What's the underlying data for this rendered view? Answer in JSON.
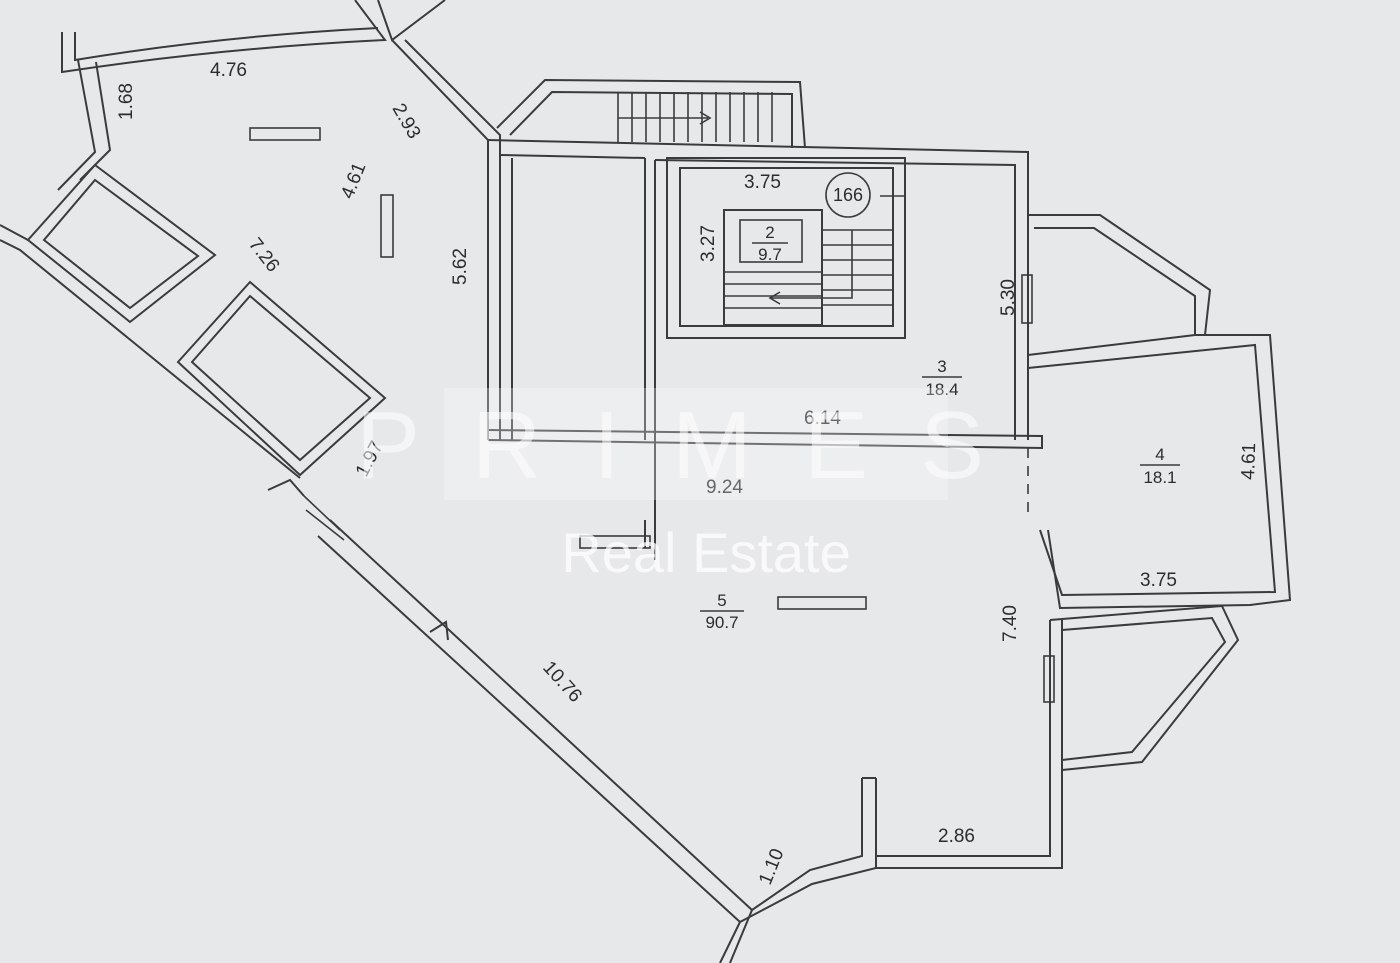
{
  "plan": {
    "stamp_number": "166",
    "dimensions": {
      "d_476": "4.76",
      "d_168": "1.68",
      "d_293": "2.93",
      "d_461": "4.61",
      "d_726": "7.26",
      "d_562": "5.62",
      "d_197": "1.97",
      "d_1076": "10.76",
      "d_110": "1.10",
      "d_286": "2.86",
      "d_740": "7.40",
      "d_375_top": "3.75",
      "d_327": "3.27",
      "d_530": "5.30",
      "d_614": "6.14",
      "d_924": "9.24",
      "d_461_balcony": "4.61",
      "d_375_balcony": "3.75"
    },
    "rooms": [
      {
        "number": "2",
        "area": "9.7"
      },
      {
        "number": "3",
        "area": "18.4"
      },
      {
        "number": "4",
        "area": "18.1"
      },
      {
        "number": "5",
        "area": "90.7"
      }
    ]
  },
  "watermark": {
    "brand": "PRIMES",
    "subtitle": "Real Estate"
  }
}
